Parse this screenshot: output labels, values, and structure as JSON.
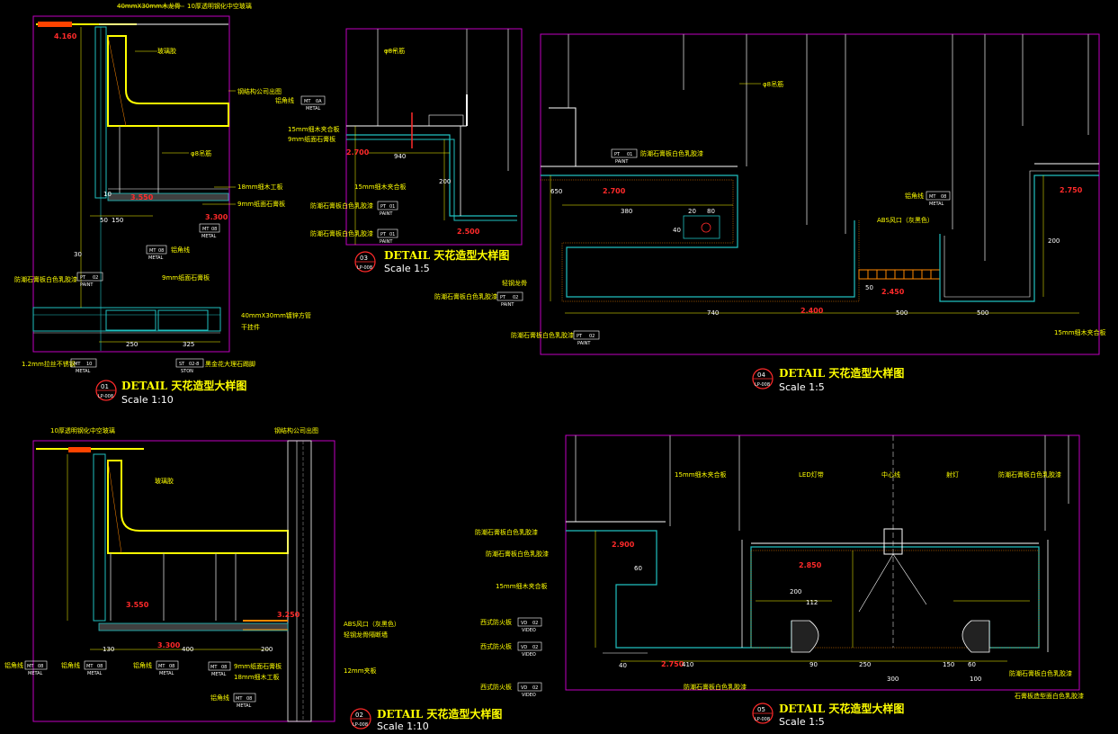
{
  "d01": {
    "title": "DETAIL 天花造型大样图",
    "no": "01",
    "ref": "LP-008",
    "scale": "Scale 1:10",
    "notes": [
      "40mmX30mm木龙骨",
      "10厚透明钢化中空玻璃",
      "玻璃胶",
      "钢结构公司出图",
      "φ8吊筋",
      "18mm细木工板",
      "9mm纸面石膏板",
      "铝角线",
      "防潮石膏板白色乳胶漆",
      "9mm纸面石膏板",
      "40mmX30mm镀锌方管",
      "干挂件",
      "1.2mm拉丝不锈钢",
      "黑金花大理石踢脚"
    ],
    "tags": [
      [
        "MT",
        "08",
        "METAL"
      ],
      [
        "MT",
        "08",
        "METAL"
      ],
      [
        "PT",
        "02",
        "PAINT"
      ],
      [
        "MT",
        "10",
        "METAL"
      ],
      [
        "ST",
        "02-8",
        "STON"
      ]
    ],
    "lv": [
      "4.160",
      "3.550",
      "3.300"
    ],
    "dims": [
      "10",
      "50",
      "150",
      "250",
      "325",
      "30"
    ]
  },
  "d02": {
    "title": "DETAIL 天花造型大样图",
    "no": "02",
    "ref": "LP-008",
    "scale": "Scale 1:10",
    "notes": [
      "10厚透明钢化中空玻璃",
      "钢结构公司出图",
      "玻璃胶",
      "ABS风口（灰黑色）",
      "轻钢龙骨隔断墙",
      "12mm夹板",
      "9mm纸面石膏板",
      "18mm细木工板",
      "铝角线",
      "铝角线",
      "铝角线",
      "铝角线"
    ],
    "tags": [
      [
        "MT",
        "08",
        "METAL"
      ],
      [
        "MT",
        "08",
        "METAL"
      ],
      [
        "MT",
        "08",
        "METAL"
      ],
      [
        "MT",
        "08",
        "METAL"
      ],
      [
        "MT",
        "08",
        "METAL"
      ]
    ],
    "lv": [
      "3.550",
      "3.250",
      "3.300"
    ],
    "dims": [
      "130",
      "400",
      "200"
    ]
  },
  "d03": {
    "title": "DETAIL 天花造型大样图",
    "no": "03",
    "ref": "LP-008",
    "scale": "Scale 1:5",
    "notes": [
      "φ8吊筋",
      "15mm细木夹合板",
      "9mm纸面石膏板",
      "15mm细木夹合板",
      "防潮石膏板白色乳胶漆",
      "防潮石膏板白色乳胶漆",
      "铝角线"
    ],
    "tags": [
      [
        "MT",
        "0A",
        "METAL"
      ],
      [
        "PT",
        "01",
        "PAINT"
      ],
      [
        "PT",
        "01",
        "PAINT"
      ]
    ],
    "lv": [
      "2.700",
      "2.500"
    ],
    "dims": [
      "940",
      "200"
    ]
  },
  "d04": {
    "title": "DETAIL 天花造型大样图",
    "no": "04",
    "ref": "LP-008",
    "scale": "Scale 1:5",
    "notes": [
      "φ8吊筋",
      "防潮石膏板白色乳胶漆",
      "ABS风口（灰黑色）",
      "铝角线",
      "轻钢龙骨",
      "防潮石膏板白色乳胶漆",
      "防潮石膏板白色乳胶漆",
      "15mm细木夹合板"
    ],
    "tags": [
      [
        "PT",
        "01",
        "PAINT"
      ],
      [
        "PT",
        "02",
        "PAINT"
      ],
      [
        "PT",
        "02",
        "PAINT"
      ],
      [
        "MT",
        "08",
        "METAL"
      ]
    ],
    "lv": [
      "2.700",
      "2.750",
      "2.450",
      "2.400"
    ],
    "dims": [
      "650",
      "380",
      "20",
      "80",
      "40",
      "200",
      "740",
      "500",
      "500",
      "50"
    ]
  },
  "d05": {
    "title": "DETAIL 天花造型大样图",
    "no": "05",
    "ref": "LP-008",
    "scale": "Scale 1:5",
    "notes": [
      "15mm细木夹合板",
      "LED灯带",
      "中心线",
      "射灯",
      "防潮石膏板白色乳胶漆",
      "防潮石膏板白色乳胶漆",
      "防潮石膏板白色乳胶漆",
      "15mm细木夹合板",
      "西式防火板",
      "西式防火板",
      "防潮石膏板白色乳胶漆",
      "西式防火板",
      "防潮石膏板白色乳胶漆",
      "石膏板造型面白色乳胶漆"
    ],
    "tags": [
      [
        "VD",
        "02",
        "VIDEO"
      ],
      [
        "VD",
        "02",
        "VIDEO"
      ],
      [
        "VD",
        "02",
        "VIDEO"
      ]
    ],
    "lv": [
      "2.900",
      "2.850",
      "2.750"
    ],
    "dims": [
      "200",
      "112",
      "60",
      "410",
      "40",
      "90",
      "250",
      "150",
      "60",
      "300",
      "100"
    ]
  }
}
